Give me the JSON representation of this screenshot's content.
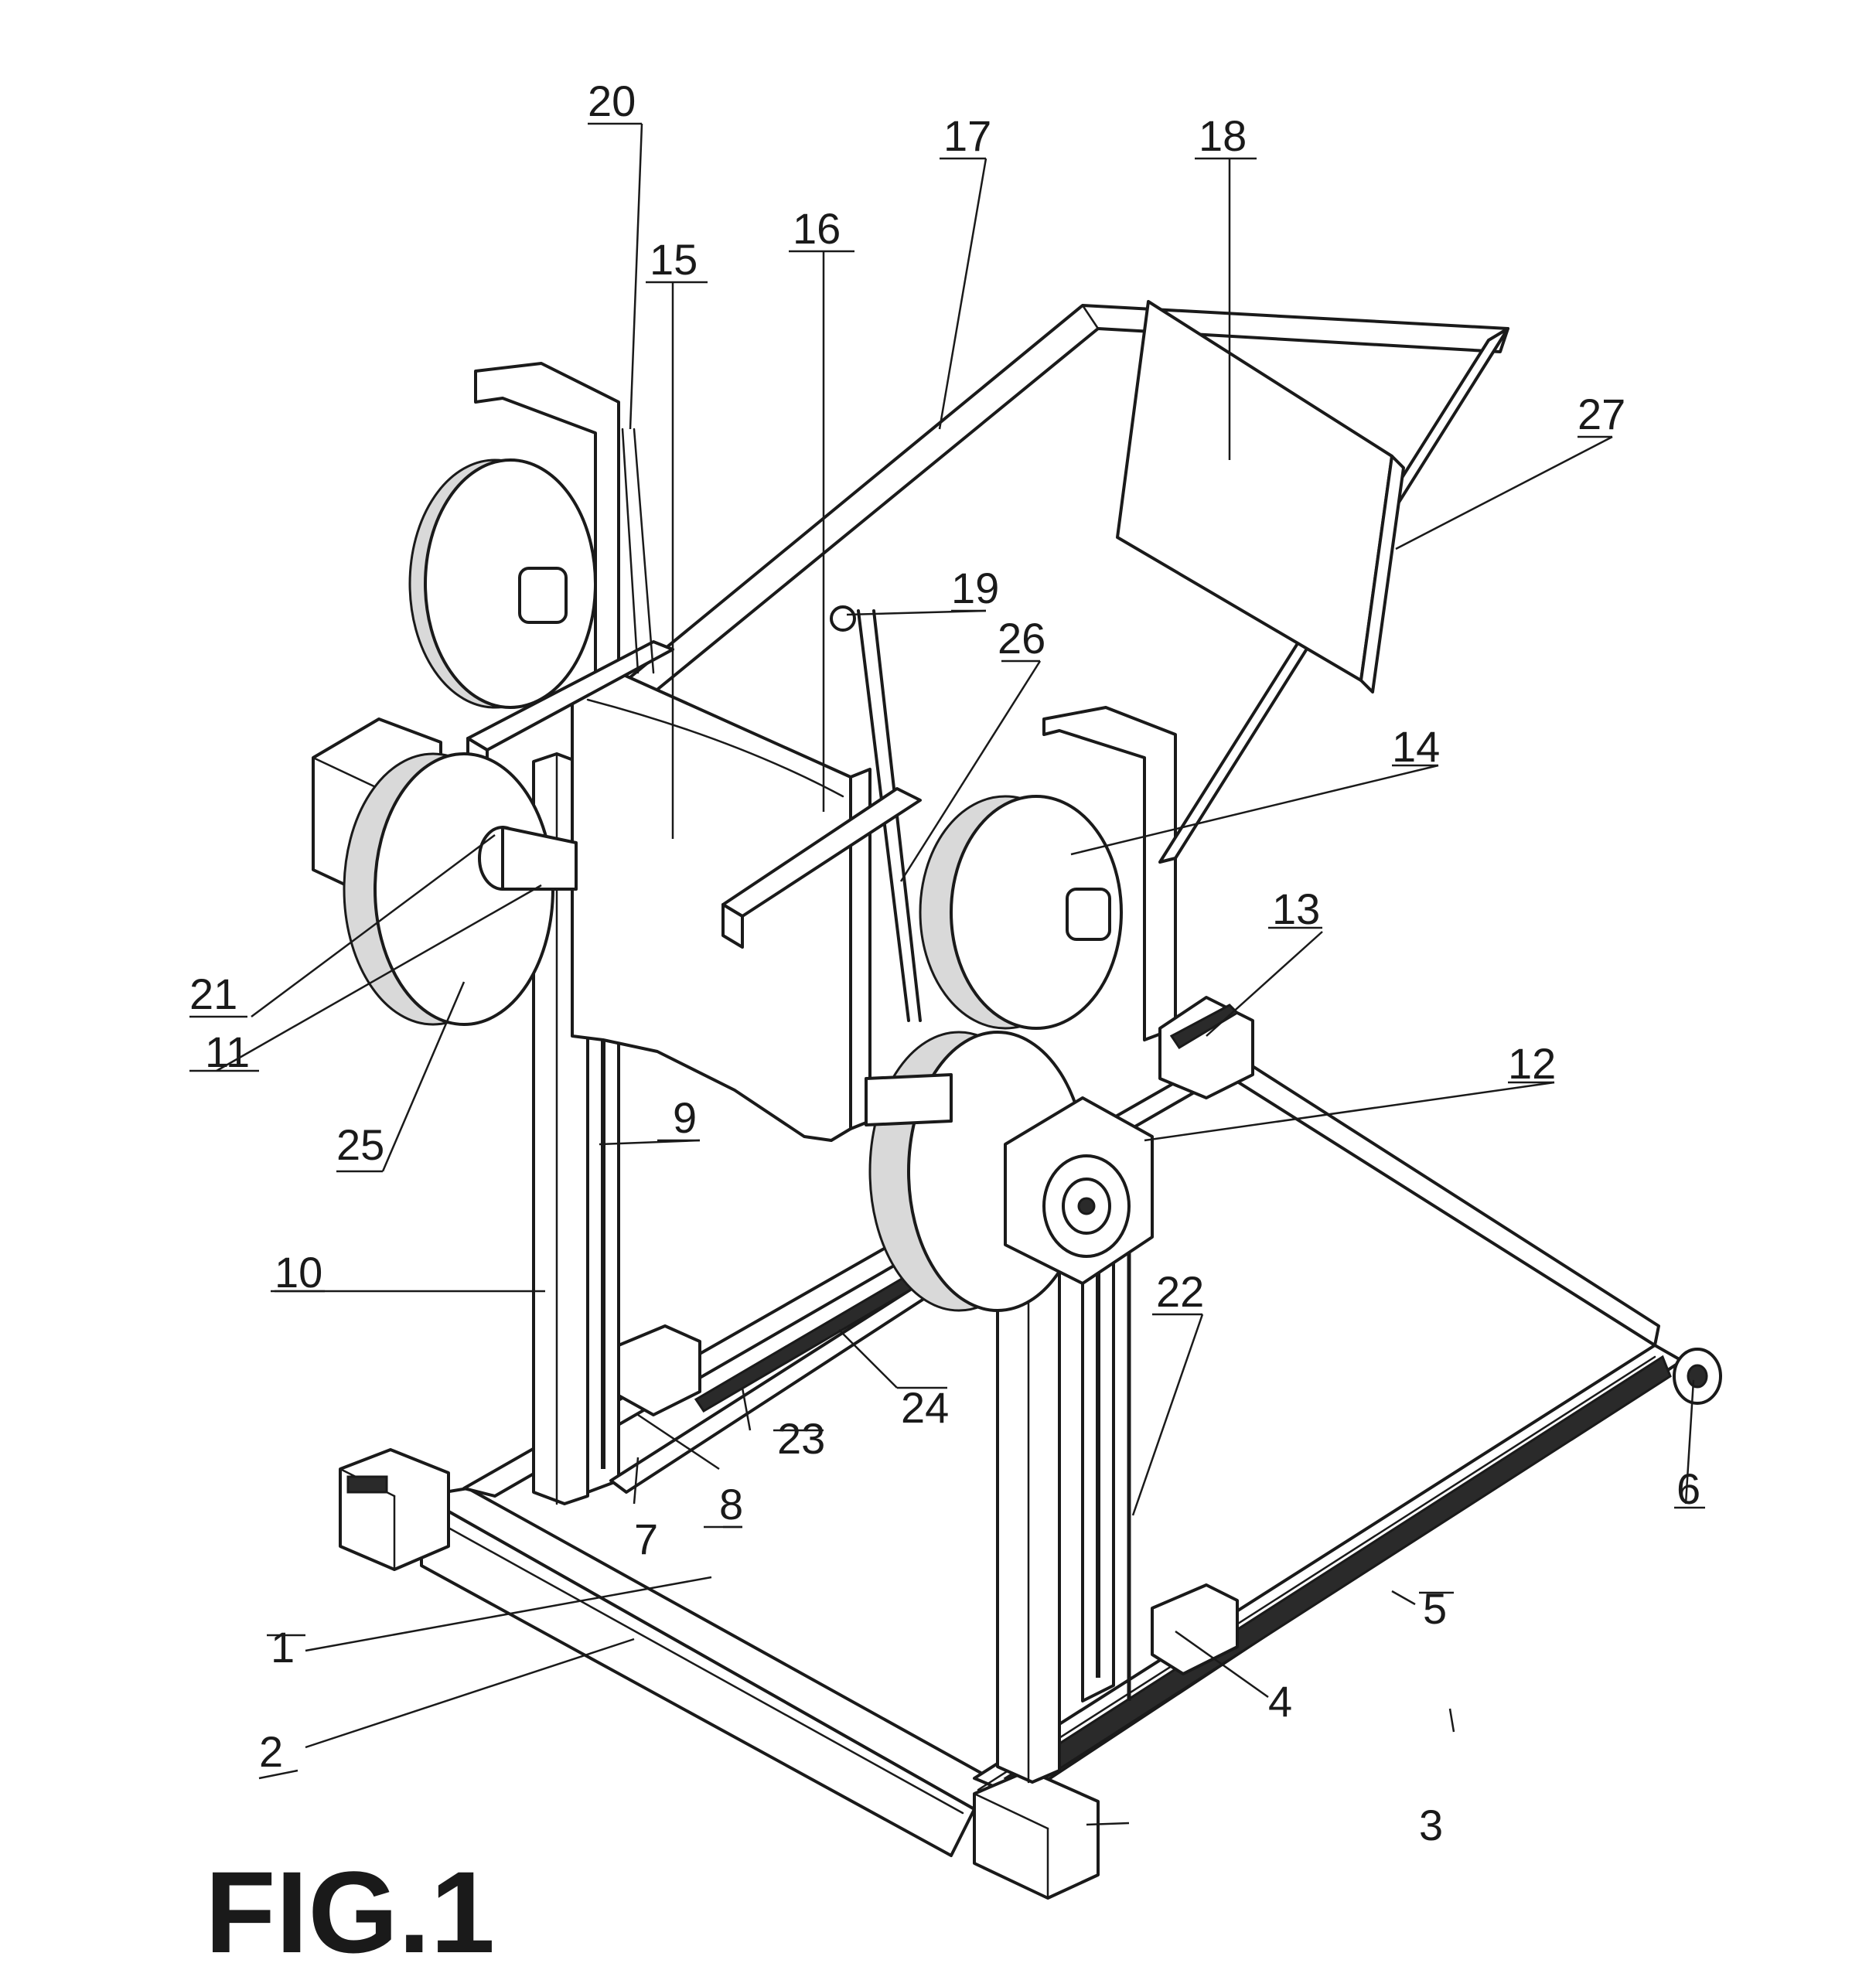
{
  "figure": {
    "caption": "FIG.1",
    "reference_numerals": [
      "1",
      "2",
      "3",
      "4",
      "5",
      "6",
      "7",
      "8",
      "9",
      "10",
      "11",
      "12",
      "13",
      "14",
      "15",
      "16",
      "17",
      "18",
      "19",
      "20",
      "21",
      "22",
      "23",
      "24",
      "25",
      "26",
      "27"
    ]
  }
}
